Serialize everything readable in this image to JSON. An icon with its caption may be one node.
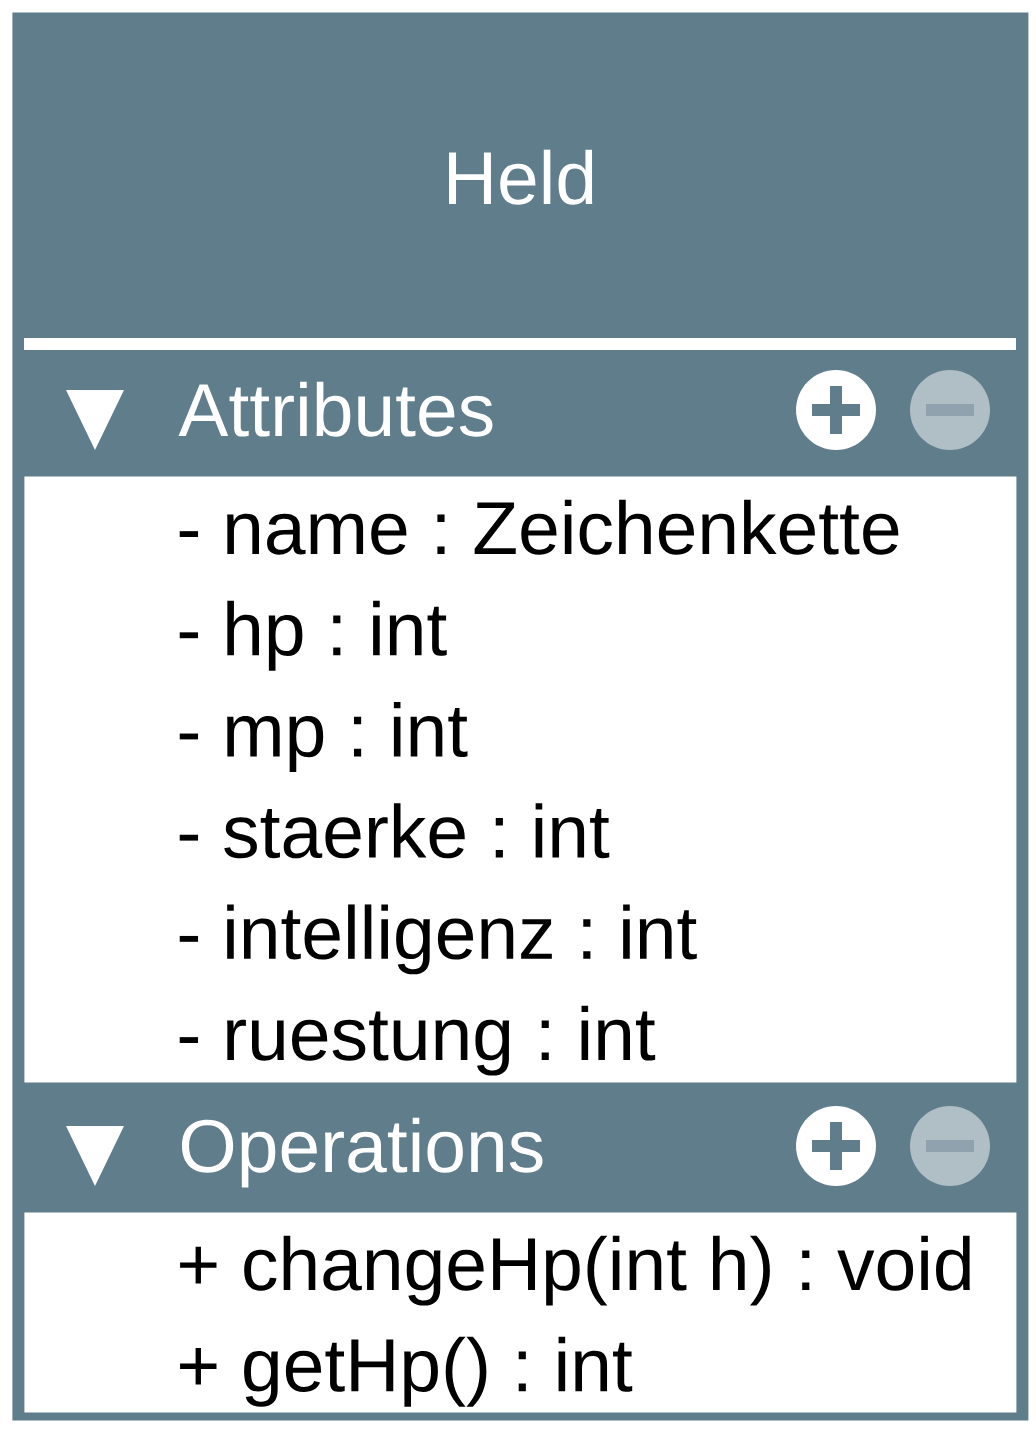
{
  "diagram": {
    "nodes": [
      {
        "text": [
          "Held"
        ]
      },
      {
        "text": [
          "Attributes"
        ],
        "in": 0
      },
      {
        "text": [
          "- name : Zeichenkette",
          "- hp : int",
          "- mp : int",
          "- staerke : int",
          "- intelligenz : int",
          "- ruestung : int"
        ],
        "in": 0
      },
      {
        "text": [
          "Operations"
        ],
        "in": 0
      },
      {
        "text": [
          "+ changeHp(int h) : void",
          "+ getHp() : int"
        ],
        "in": 0
      }
    ]
  }
}
